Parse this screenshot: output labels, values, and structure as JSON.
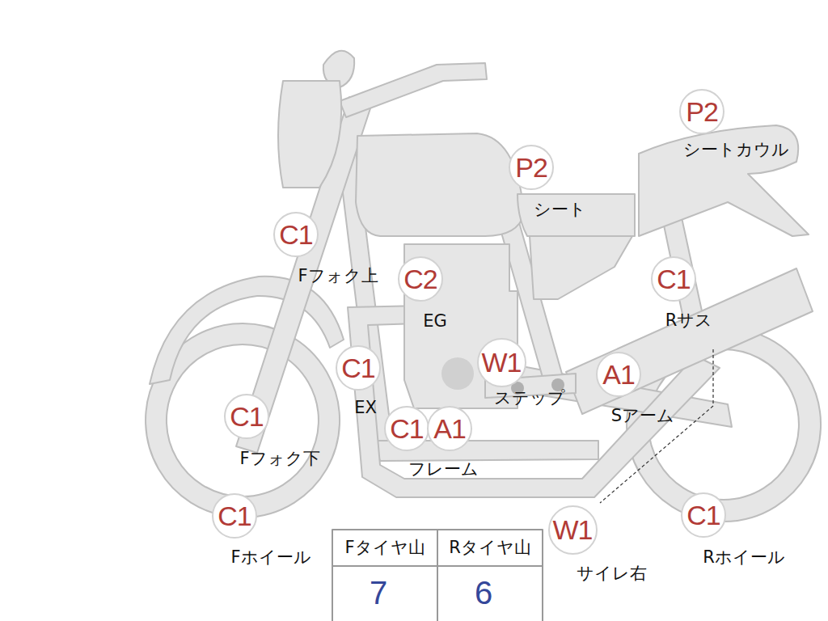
{
  "diagram": {
    "nodes": [
      {
        "text": [
          "P2",
          "シートカウル"
        ]
      },
      {
        "text": [
          "P2",
          "シート"
        ]
      },
      {
        "text": [
          "C1",
          "Fフォク上"
        ]
      },
      {
        "text": [
          "C2",
          "EG"
        ]
      },
      {
        "text": [
          "C1",
          "Rサス"
        ]
      },
      {
        "text": [
          "C1",
          "EX"
        ]
      },
      {
        "text": [
          "W1",
          "ステップ"
        ]
      },
      {
        "text": [
          "A1",
          "Sアーム"
        ]
      },
      {
        "text": [
          "C1",
          "Fフォク下"
        ]
      },
      {
        "text": [
          "C1"
        ]
      },
      {
        "text": [
          "A1"
        ]
      },
      {
        "text": [
          "C1",
          "Fホイール"
        ]
      },
      {
        "text": [
          "W1",
          "サイレ右"
        ]
      },
      {
        "text": [
          "C1",
          "Rホイール"
        ]
      }
    ],
    "labels": [
      "フレーム",
      "Fタイヤ山",
      "Rタイヤ山",
      "7",
      "6"
    ]
  }
}
